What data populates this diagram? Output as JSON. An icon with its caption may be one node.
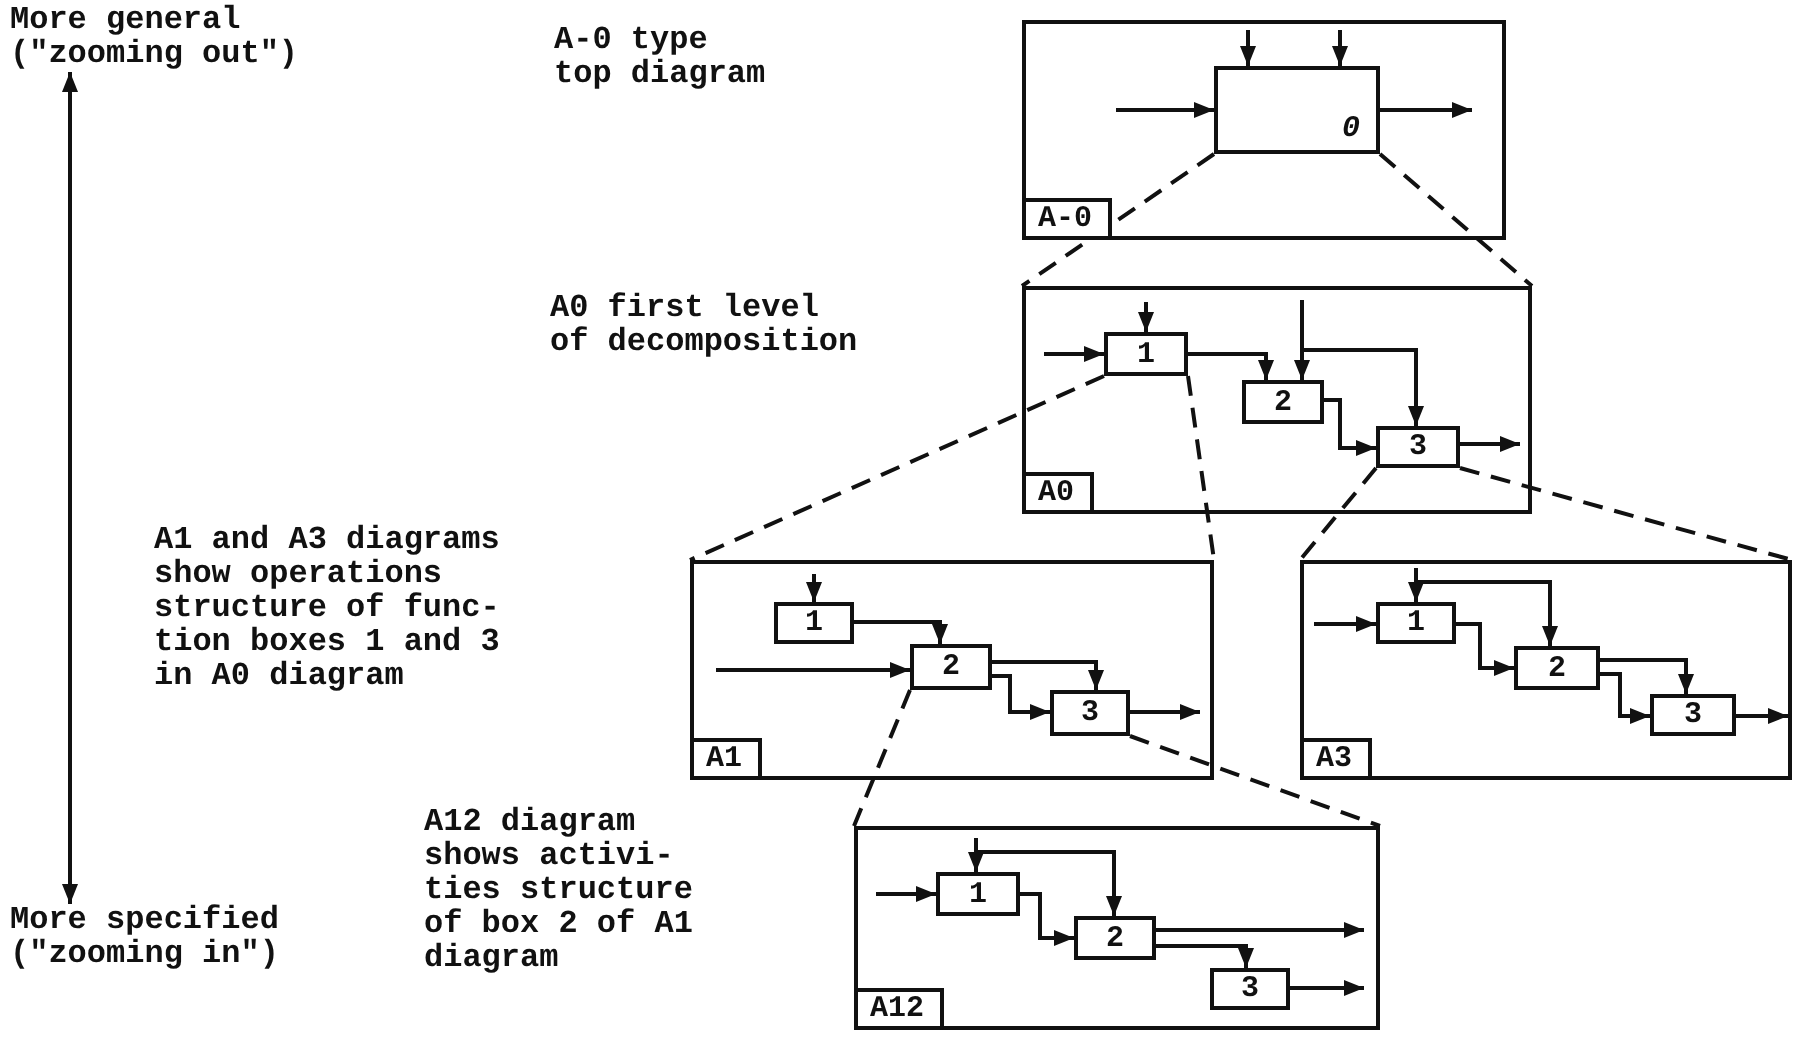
{
  "diagram": {
    "nodes": [
      {
        "text": [
          "More general (\"zooming out\")"
        ]
      },
      {
        "text": [
          "More specified (\"zooming in\")"
        ]
      },
      {
        "text": [],
        "shape": "box"
      },
      {
        "text": [
          "0"
        ],
        "in": 2
      },
      {
        "text": [
          "A-0"
        ],
        "in": 2
      },
      {
        "text": [],
        "shape": "box"
      },
      {
        "text": [
          "1"
        ],
        "in": 5
      },
      {
        "text": [
          "2"
        ],
        "in": 5
      },
      {
        "text": [
          "3"
        ],
        "in": 5
      },
      {
        "text": [
          "A0"
        ],
        "in": 5
      },
      {
        "text": [],
        "shape": "box"
      },
      {
        "text": [
          "1"
        ],
        "in": 10
      },
      {
        "text": [
          "2"
        ],
        "in": 10
      },
      {
        "text": [
          "3"
        ],
        "in": 10
      },
      {
        "text": [
          "A1"
        ],
        "in": 10
      },
      {
        "text": [],
        "shape": "box"
      },
      {
        "text": [
          "1"
        ],
        "in": 15
      },
      {
        "text": [
          "2"
        ],
        "in": 15
      },
      {
        "text": [
          "3"
        ],
        "in": 15
      },
      {
        "text": [
          "A3"
        ],
        "in": 15
      },
      {
        "text": [],
        "shape": "box"
      },
      {
        "text": [
          "1"
        ],
        "in": 20
      },
      {
        "text": [
          "2"
        ],
        "in": 20
      },
      {
        "text": [
          "3"
        ],
        "in": 20
      },
      {
        "text": [
          "A12"
        ],
        "in": 20
      }
    ],
    "edges": [
      {
        "from": 0,
        "to": 1,
        "arrow": "both"
      },
      {
        "from": null,
        "to": 3,
        "arrow": "to"
      },
      {
        "from": null,
        "to": 3,
        "arrow": "to"
      },
      {
        "from": null,
        "to": 3,
        "arrow": "to"
      },
      {
        "from": 3,
        "to": null,
        "arrow": "to"
      },
      {
        "from": 3,
        "to": 5,
        "arrow": "none",
        "style": "dashed"
      },
      {
        "from": 3,
        "to": 5,
        "arrow": "none",
        "style": "dashed"
      },
      {
        "from": null,
        "to": 6,
        "arrow": "to"
      },
      {
        "from": null,
        "to": 6,
        "arrow": "to"
      },
      {
        "from": 6,
        "to": 7,
        "arrow": "to"
      },
      {
        "from": null,
        "to": 7,
        "arrow": "to"
      },
      {
        "from": null,
        "to": 8,
        "arrow": "to"
      },
      {
        "from": 7,
        "to": 8,
        "arrow": "to"
      },
      {
        "from": 8,
        "to": null,
        "arrow": "to"
      },
      {
        "from": 6,
        "to": 10,
        "arrow": "none",
        "style": "dashed"
      },
      {
        "from": 6,
        "to": 10,
        "arrow": "none",
        "style": "dashed"
      },
      {
        "from": 8,
        "to": 15,
        "arrow": "none",
        "style": "dashed"
      },
      {
        "from": 8,
        "to": 15,
        "arrow": "none",
        "style": "dashed"
      },
      {
        "from": null,
        "to": 11,
        "arrow": "to"
      },
      {
        "from": null,
        "to": 12,
        "arrow": "to"
      },
      {
        "from": 11,
        "to": 12,
        "arrow": "to"
      },
      {
        "from": 12,
        "to": 13,
        "arrow": "to"
      },
      {
        "from": 12,
        "to": 13,
        "arrow": "to"
      },
      {
        "from": 13,
        "to": null,
        "arrow": "to"
      },
      {
        "from": 12,
        "to": 20,
        "arrow": "none",
        "style": "dashed"
      },
      {
        "from": 13,
        "to": 20,
        "arrow": "none",
        "style": "dashed"
      },
      {
        "from": null,
        "to": 16,
        "arrow": "to"
      },
      {
        "from": null,
        "to": 16,
        "arrow": "to"
      },
      {
        "from": null,
        "to": 17,
        "arrow": "to"
      },
      {
        "from": 16,
        "to": 17,
        "arrow": "to"
      },
      {
        "from": 17,
        "to": 18,
        "arrow": "to"
      },
      {
        "from": 17,
        "to": 18,
        "arrow": "to"
      },
      {
        "from": 18,
        "to": null,
        "arrow": "to"
      },
      {
        "from": null,
        "to": 21,
        "arrow": "to"
      },
      {
        "from": null,
        "to": 21,
        "arrow": "to"
      },
      {
        "from": null,
        "to": 22,
        "arrow": "to"
      },
      {
        "from": 21,
        "to": 22,
        "arrow": "to"
      },
      {
        "from": 22,
        "to": null,
        "arrow": "to"
      },
      {
        "from": 22,
        "to": 23,
        "arrow": "to"
      },
      {
        "from": 23,
        "to": null,
        "arrow": "to"
      }
    ],
    "labels": [
      "A-0 type top diagram",
      "A0 first level of decomposition",
      "A1 and A3 diagrams show operations structure of func-tion boxes 1 and 3 in A0 diagram",
      "A12 diagram shows activi-ties structure of box 2 of A1 diagram"
    ]
  }
}
